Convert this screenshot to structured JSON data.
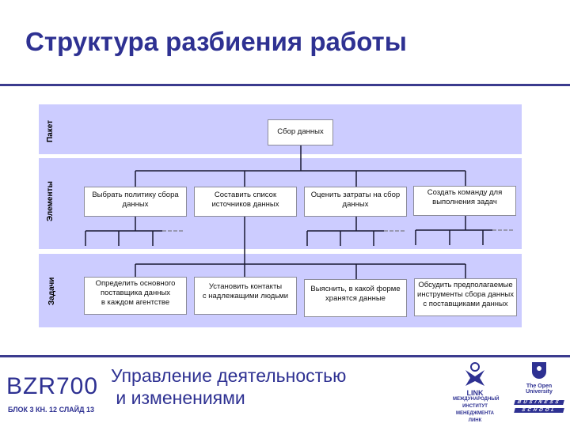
{
  "slide": {
    "title": "Структура разбиения работы"
  },
  "rows": {
    "package": "Пакет",
    "elements": "Элементы",
    "tasks": "Задачи"
  },
  "chart": {
    "root": "Сбор данных",
    "elements": [
      "Выбрать политику сбора\nданных",
      "Составить список\nисточников данных",
      "Оценить затраты на сбор\nданных",
      "Создать команду для\nвыполнения задач"
    ],
    "tasks": [
      "Определить основного\nпоставщика данных\nв каждом агентстве",
      "Установить контакты\nс надлежащими людьми",
      "Выяснить, в какой форме\nхранятся данные",
      "Обсудить предполагаемые\nинструменты сбора данных\nс поставщиками данных"
    ]
  },
  "footer": {
    "code": "BZR700",
    "info": "БЛОК 3 КН. 12 СЛАЙД 13",
    "subtitle_line1": "Управление деятельностью",
    "subtitle_line2": " и изменениями",
    "link_logo": {
      "name": "LINK",
      "lines": [
        "МЕЖДУНАРОДНЫЙ",
        "ИНСТИТУТ",
        "МЕНЕДЖМЕНТА",
        "ЛИНК"
      ]
    },
    "ou_logo": {
      "name": "The Open University",
      "business": "BUSINESS",
      "school": "SCHOOL"
    }
  },
  "colors": {
    "accent": "#2e3192",
    "band": "#ccccff"
  }
}
